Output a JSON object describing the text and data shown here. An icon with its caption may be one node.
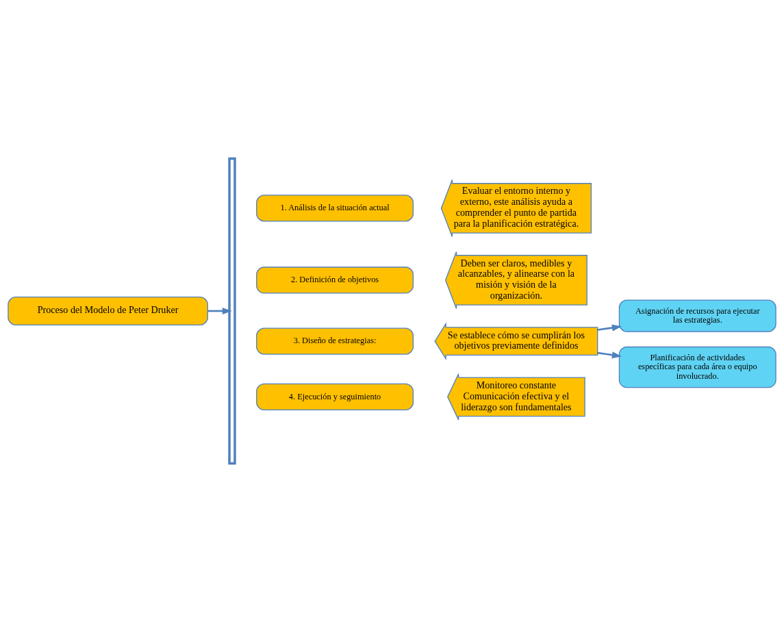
{
  "diagram": {
    "nodes": [
      {
        "text": [
          "Proceso del Modelo de Peter Druker"
        ]
      },
      {
        "text": [],
        "shape": "bracket"
      },
      {
        "text": [
          "1. Análisis de la situación actual"
        ]
      },
      {
        "text": [
          "Evaluar el entorno interno y externo, este análisis ayuda a comprender el punto de partida para la planificación estratégica."
        ]
      },
      {
        "text": [
          "2. Definición de objetivos"
        ]
      },
      {
        "text": [
          "Deben ser claros, medibles y alcanzables, y alinearse con la misión y visión de la organización."
        ]
      },
      {
        "text": [
          "3. Diseño de estrategias:"
        ]
      },
      {
        "text": [
          "Se establece cómo se cumplirán los objetivos previamente definidos"
        ]
      },
      {
        "text": [
          "Asignación de recursos para ejecutar las estrategias."
        ]
      },
      {
        "text": [
          "Planificación de actividades específicas para cada área o equipo involucrado."
        ]
      },
      {
        "text": [
          "4. Ejecución y seguimiento"
        ]
      },
      {
        "text": [
          "Monitoreo constante",
          "Comunicación efectiva y el liderazgo son fundamentales"
        ]
      }
    ],
    "edges": [
      {
        "from": 0,
        "to": 1,
        "arrow": "to"
      },
      {
        "from": 7,
        "to": 8,
        "arrow": "to"
      },
      {
        "from": 7,
        "to": 9,
        "arrow": "to"
      }
    ]
  }
}
